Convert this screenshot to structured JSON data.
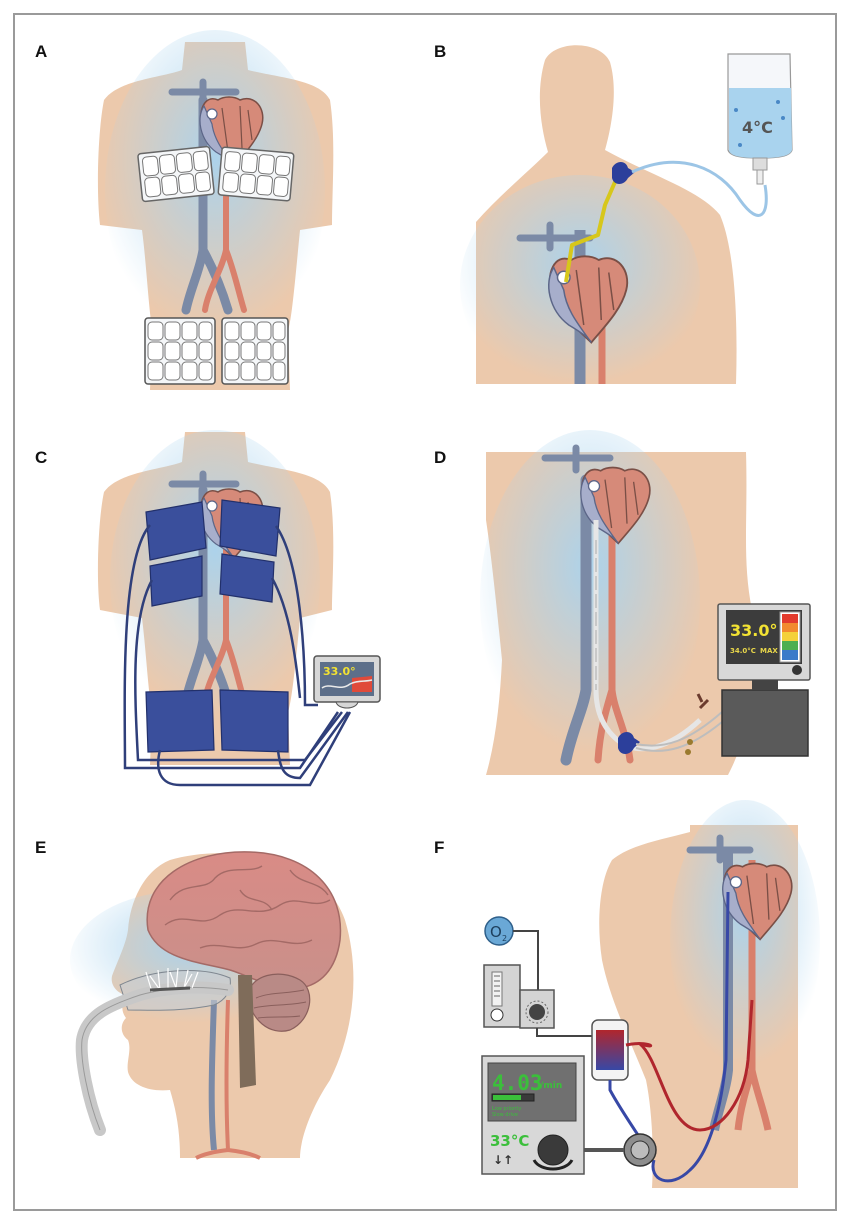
{
  "panels": {
    "a": {
      "label": "A"
    },
    "b": {
      "label": "B",
      "bag_temp": "4°C"
    },
    "c": {
      "label": "C",
      "monitor_temp": "33.0°"
    },
    "d": {
      "label": "D",
      "monitor_temp": "33.0°",
      "monitor_set": "34.0°C",
      "monitor_mode": "MAX"
    },
    "e": {
      "label": "E"
    },
    "f": {
      "label": "F",
      "o2": "O",
      "o2_sub": "2",
      "flow_value": "4.03",
      "flow_unit": "l/min",
      "flow_line1": "Low priority",
      "flow_line2": "Slow drive",
      "temp": "33°C",
      "temp_arrows": "↓↑"
    }
  },
  "colors": {
    "skin": "#ecc9ac",
    "cold": "#a9d3ee",
    "vein": "#7b8aa6",
    "artery": "#d9806c",
    "pad": "#3a4f9c",
    "cable": "#2f3f7a"
  }
}
